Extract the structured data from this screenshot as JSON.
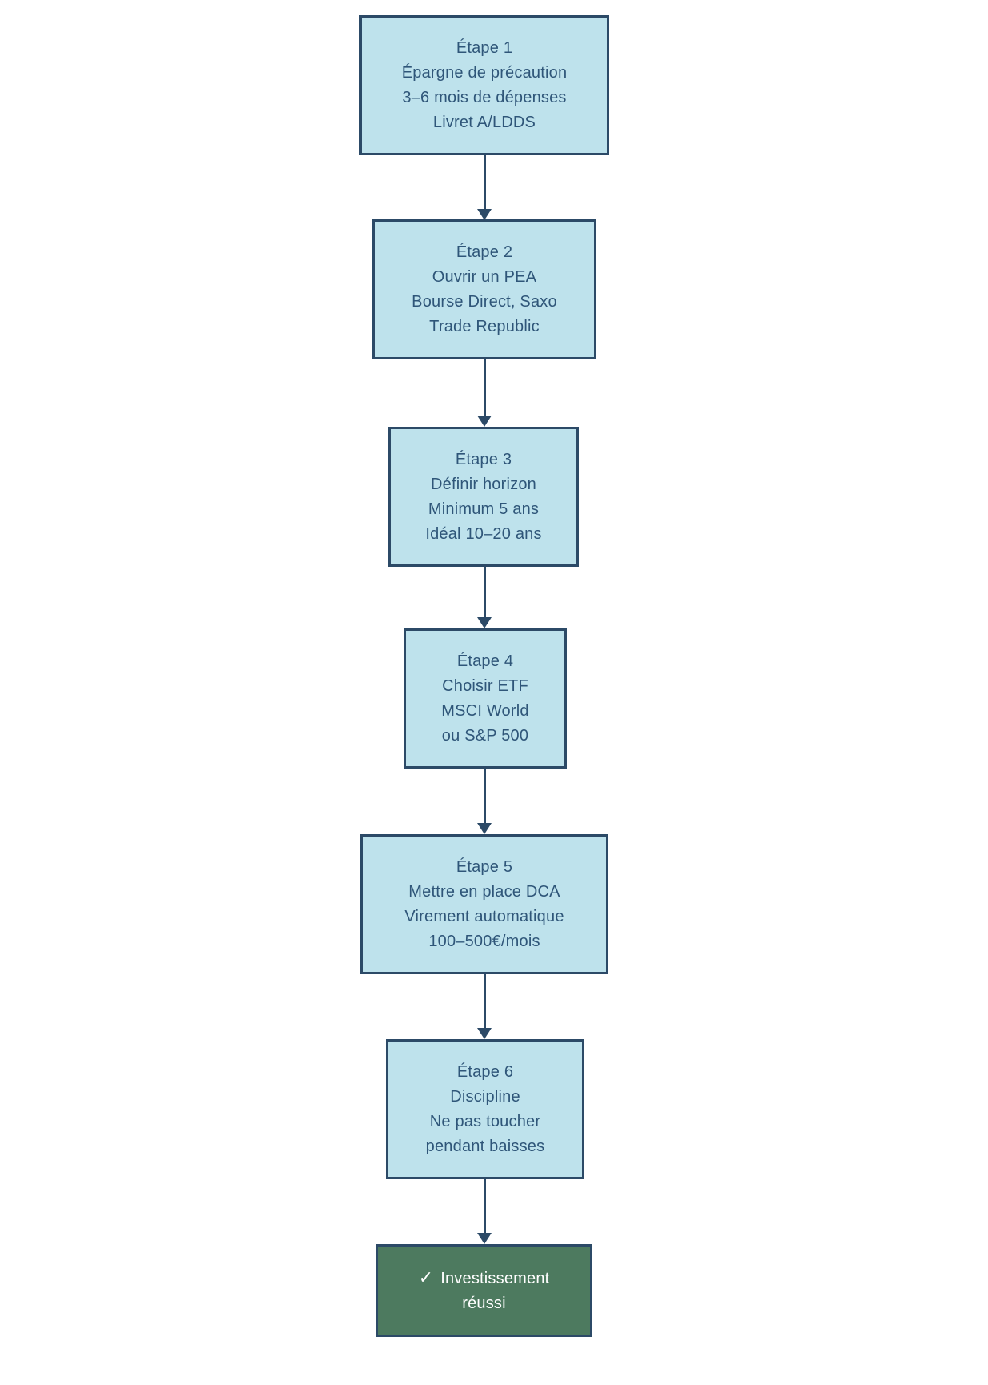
{
  "diagram": {
    "type": "flowchart",
    "direction": "top-down",
    "colors": {
      "background": "#ffffff",
      "step_fill": "#bee2ec",
      "step_border": "#2c4a67",
      "step_text": "#2f5679",
      "arrow": "#2c4a67",
      "success_fill": "#4d7a5f",
      "success_text": "#ffffff"
    },
    "steps": [
      {
        "lines": [
          "Étape 1",
          "Épargne de précaution",
          "3–6 mois de dépenses",
          "Livret A/LDDS"
        ]
      },
      {
        "lines": [
          "Étape 2",
          "Ouvrir un PEA",
          "Bourse Direct, Saxo",
          "Trade Republic"
        ]
      },
      {
        "lines": [
          "Étape 3",
          "Définir horizon",
          "Minimum 5 ans",
          "Idéal 10–20 ans"
        ]
      },
      {
        "lines": [
          "Étape 4",
          "Choisir ETF",
          "MSCI World",
          "ou S&P 500"
        ]
      },
      {
        "lines": [
          "Étape 5",
          "Mettre en place DCA",
          "Virement automatique",
          "100–500€/mois"
        ]
      },
      {
        "lines": [
          "Étape 6",
          "Discipline",
          "Ne pas toucher",
          "pendant baisses"
        ]
      }
    ],
    "result": {
      "check": "✓",
      "line1": "Investissement",
      "line2": "réussi"
    }
  }
}
